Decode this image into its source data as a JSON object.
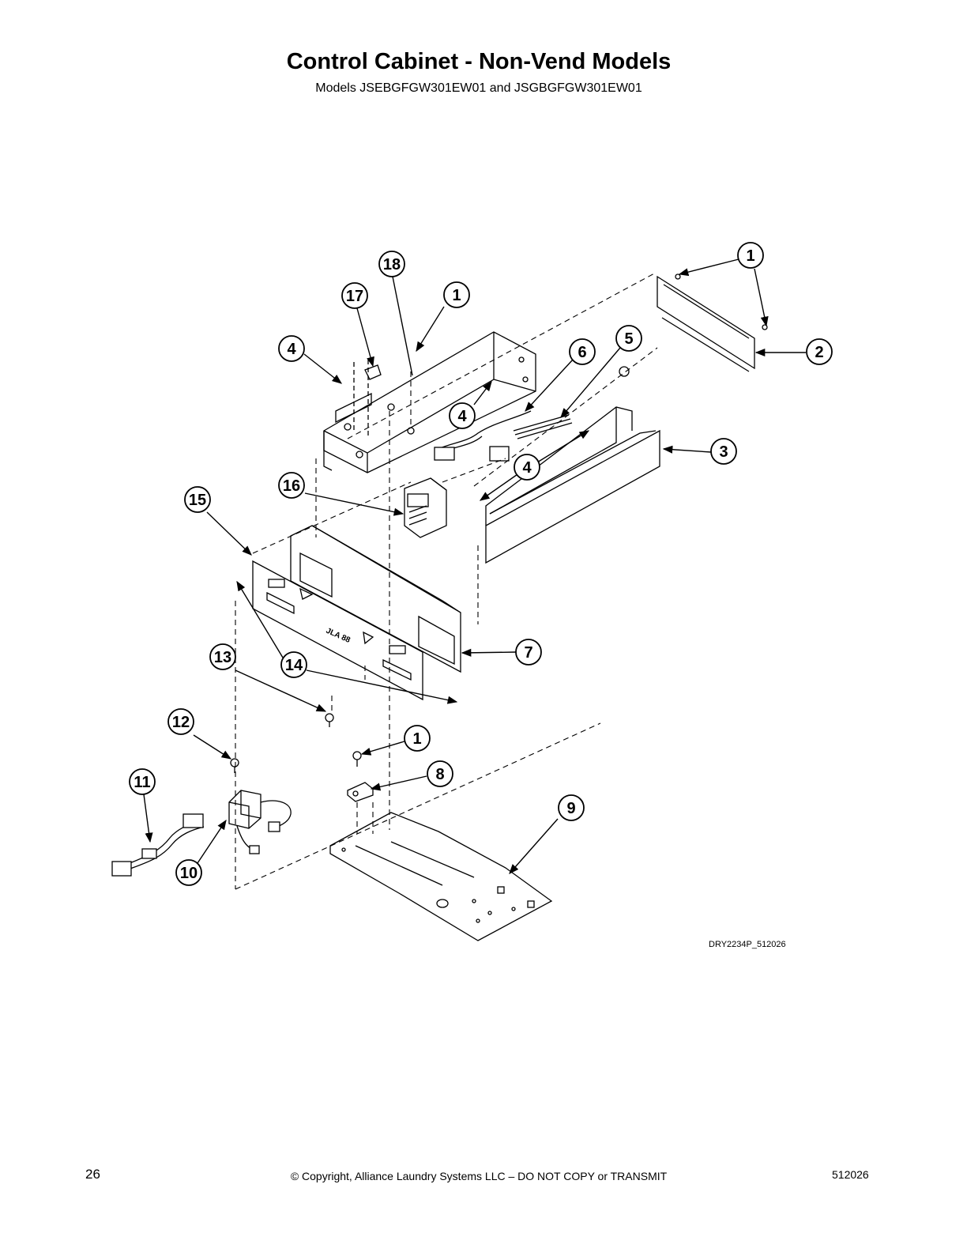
{
  "header": {
    "title": "Control Cabinet - Non-Vend Models",
    "subtitle": "Models JSEBGFGW301EW01 and JSGBGFGW301EW01"
  },
  "diagram": {
    "drawing_id": "DRY2234P_512026",
    "panel_text": "JLA 88",
    "callouts": [
      "1",
      "18",
      "17",
      "1",
      "4",
      "6",
      "5",
      "2",
      "4",
      "3",
      "4",
      "16",
      "15",
      "7",
      "13",
      "14",
      "12",
      "1",
      "8",
      "11",
      "9",
      "10"
    ]
  },
  "footer": {
    "page_number": "26",
    "copyright": "© Copyright, Alliance Laundry Systems LLC – DO NOT COPY or TRANSMIT",
    "document_number": "512026"
  }
}
